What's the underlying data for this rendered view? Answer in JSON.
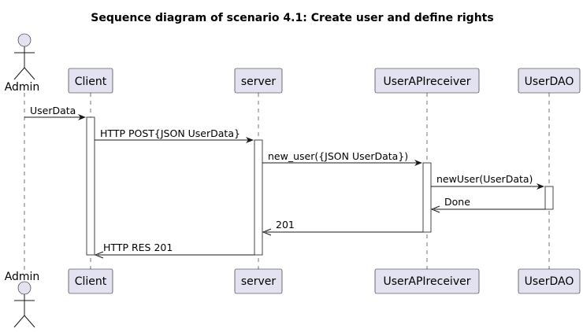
{
  "title": "Sequence diagram of scenario 4.1: Create user and define rights",
  "participants": [
    {
      "id": "admin",
      "label": "Admin",
      "kind": "actor"
    },
    {
      "id": "client",
      "label": "Client",
      "kind": "participant"
    },
    {
      "id": "server",
      "label": "server",
      "kind": "participant"
    },
    {
      "id": "receiver",
      "label": "UserAPIreceiver",
      "kind": "participant"
    },
    {
      "id": "dao",
      "label": "UserDAO",
      "kind": "participant"
    }
  ],
  "messages": [
    {
      "from": "admin",
      "to": "client",
      "label": "UserData",
      "type": "call"
    },
    {
      "from": "client",
      "to": "server",
      "label": "HTTP POST{JSON UserData}",
      "type": "call"
    },
    {
      "from": "server",
      "to": "receiver",
      "label": "new_user({JSON UserData})",
      "type": "call"
    },
    {
      "from": "receiver",
      "to": "dao",
      "label": "newUser(UserData)",
      "type": "call"
    },
    {
      "from": "dao",
      "to": "receiver",
      "label": "Done",
      "type": "return"
    },
    {
      "from": "receiver",
      "to": "server",
      "label": "201",
      "type": "return"
    },
    {
      "from": "server",
      "to": "client",
      "label": "HTTP RES 201",
      "type": "return"
    }
  ],
  "colors": {
    "participant_fill": "#e2e2f0",
    "line": "#181818",
    "activation_fill": "#ffffff",
    "background": "#ffffff"
  }
}
